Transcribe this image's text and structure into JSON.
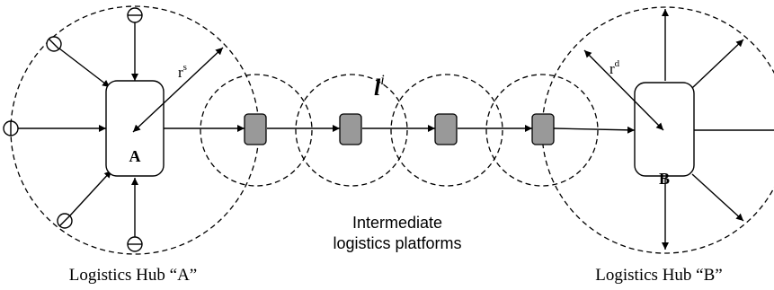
{
  "hub_a": {
    "box_label": "A",
    "radius_label_base": "r",
    "radius_label_sup": "s",
    "caption": "Logistics Hub “A”"
  },
  "hub_b": {
    "box_label": "B",
    "radius_label_base": "r",
    "radius_label_sup": "d",
    "caption": "Logistics Hub “B”"
  },
  "link_label": {
    "base": "l",
    "sup": "i"
  },
  "platforms_label": {
    "line1": "Intermediate",
    "line2": "logistics platforms"
  },
  "colors": {
    "stroke": "#000000",
    "platform_fill": "#999999",
    "background": "#ffffff"
  }
}
